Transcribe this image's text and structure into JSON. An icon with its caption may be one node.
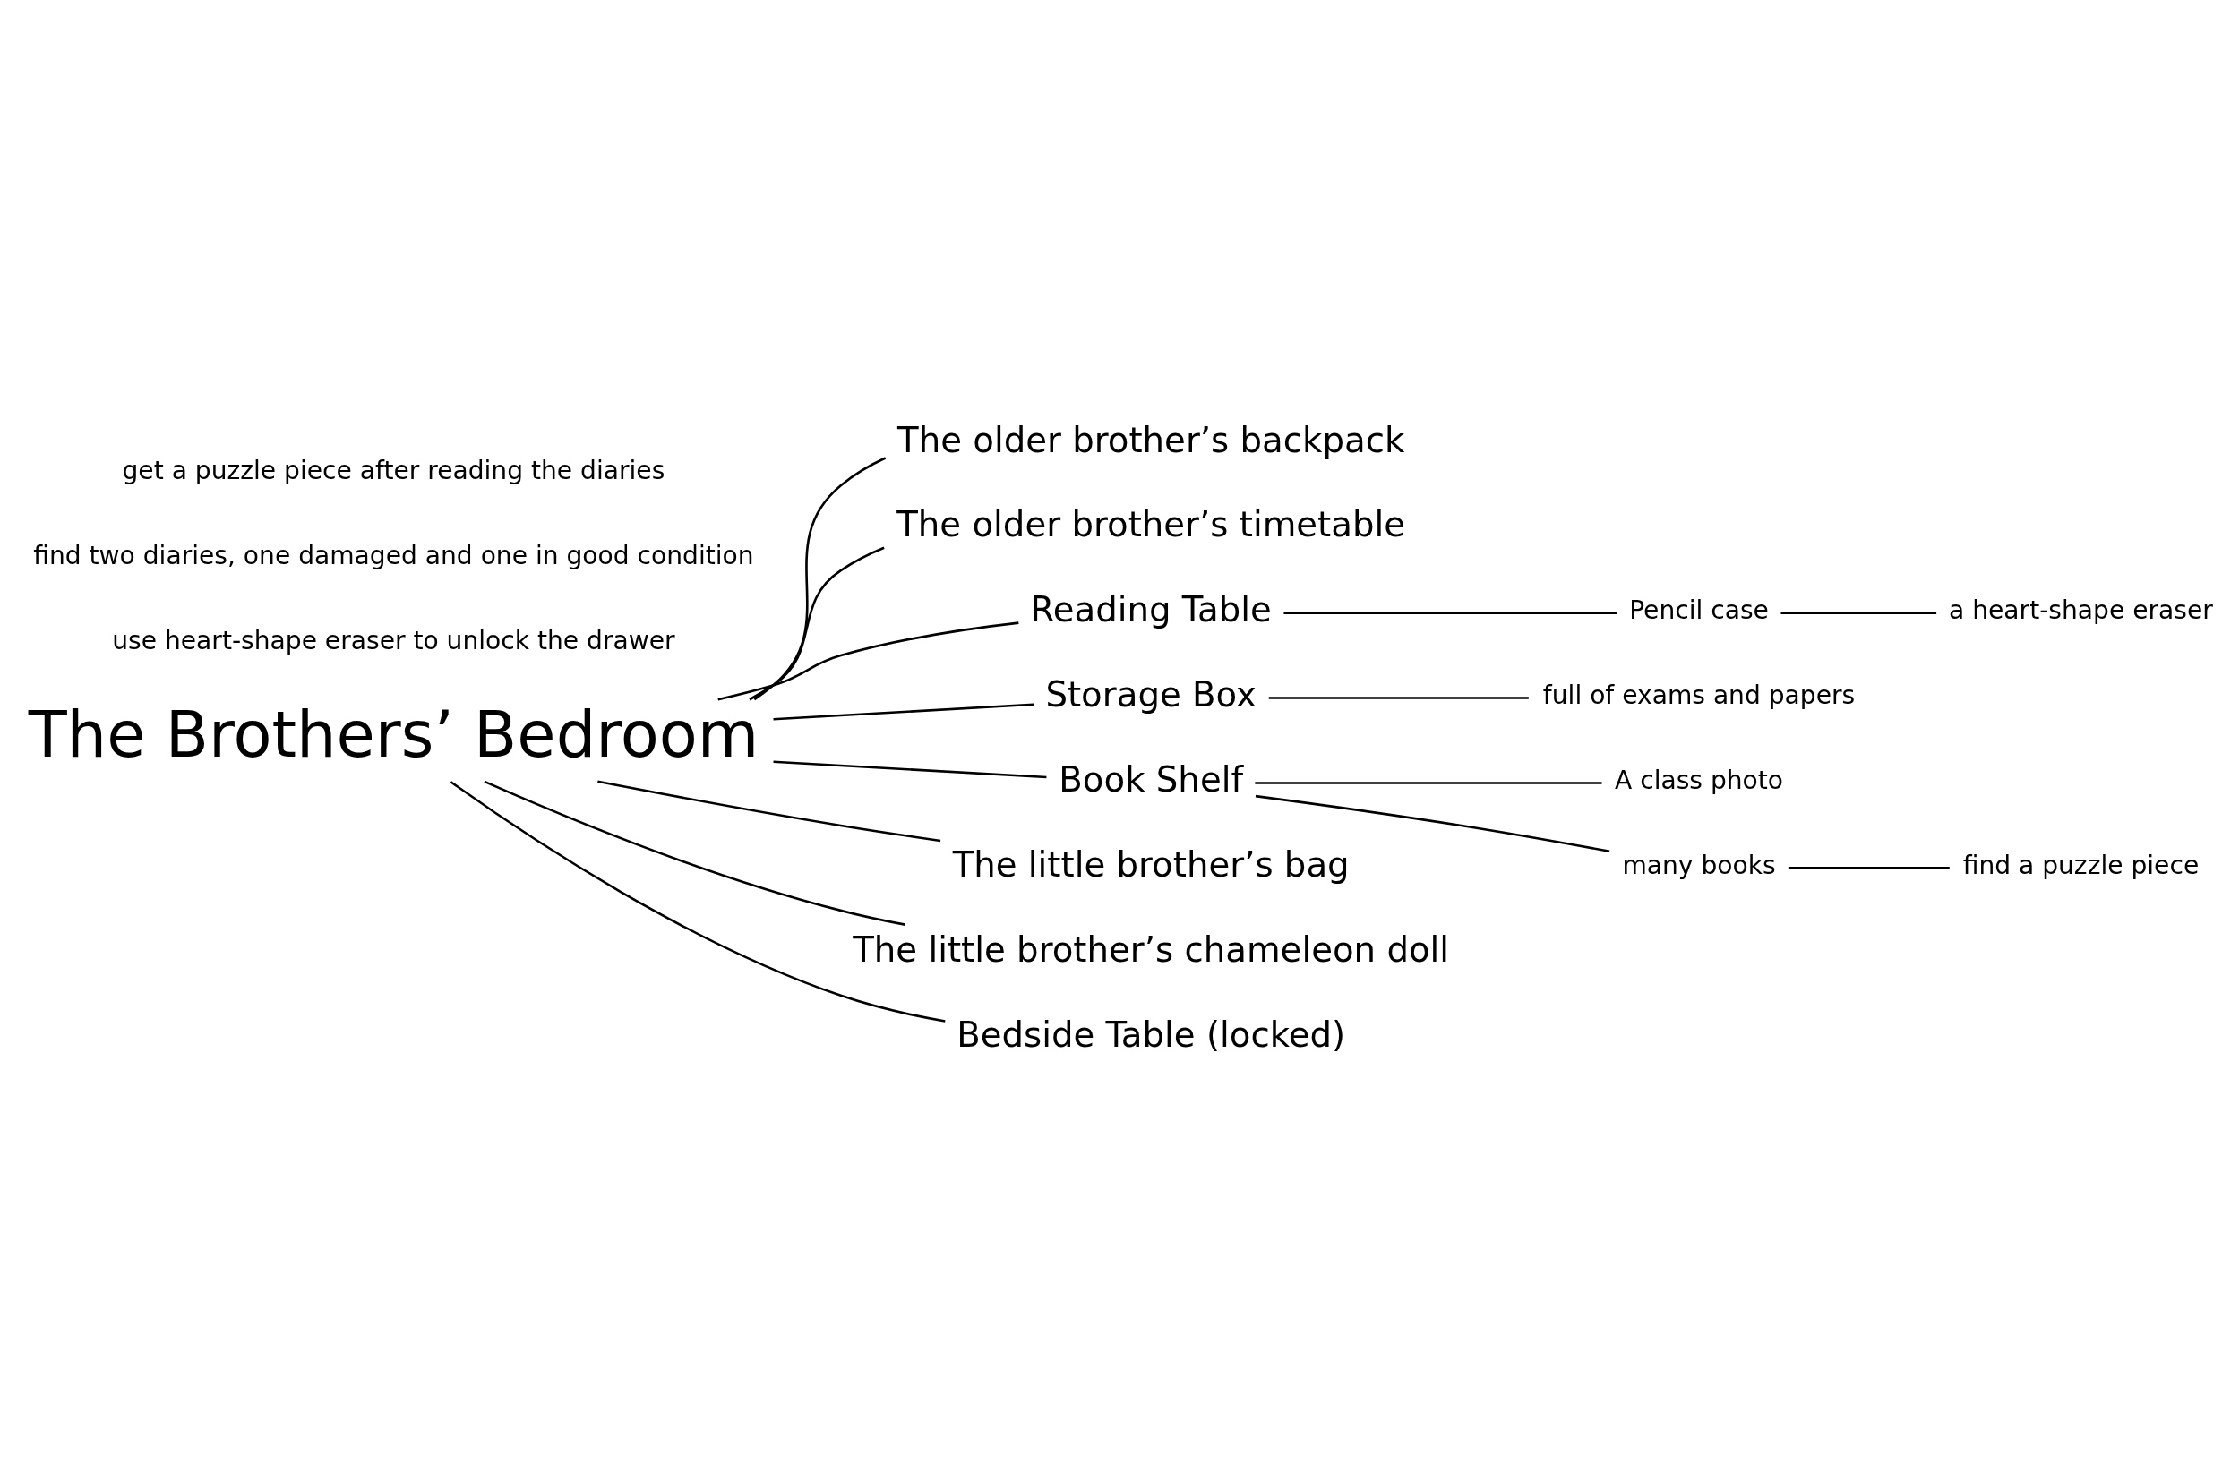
{
  "diagram": {
    "nodes": [
      {
        "text": [
          "The Brothers’ Bedroom"
        ]
      },
      {
        "text": [
          "The older brother’s backpack"
        ]
      },
      {
        "text": [
          "The older brother’s timetable"
        ]
      },
      {
        "text": [
          "Reading Table"
        ]
      },
      {
        "text": [
          "Pencil case"
        ]
      },
      {
        "text": [
          "a heart-shape eraser"
        ]
      },
      {
        "text": [
          "Storage Box"
        ]
      },
      {
        "text": [
          "full of exams and papers"
        ]
      },
      {
        "text": [
          "Book Shelf"
        ]
      },
      {
        "text": [
          "A class photo"
        ]
      },
      {
        "text": [
          "many books"
        ]
      },
      {
        "text": [
          "find a puzzle piece"
        ]
      },
      {
        "text": [
          "The little brother’s bag"
        ]
      },
      {
        "text": [
          "The little brother’s chameleon doll"
        ]
      },
      {
        "text": [
          "Bedside Table (locked)"
        ]
      }
    ],
    "edges": [
      {
        "from": 0,
        "to": 1,
        "arrow": "none"
      },
      {
        "from": 0,
        "to": 2,
        "arrow": "none"
      },
      {
        "from": 0,
        "to": 3,
        "arrow": "none"
      },
      {
        "from": 3,
        "to": 4,
        "arrow": "none"
      },
      {
        "from": 4,
        "to": 5,
        "arrow": "none"
      },
      {
        "from": 0,
        "to": 6,
        "arrow": "none"
      },
      {
        "from": 6,
        "to": 7,
        "arrow": "none"
      },
      {
        "from": 0,
        "to": 8,
        "arrow": "none"
      },
      {
        "from": 8,
        "to": 9,
        "arrow": "none"
      },
      {
        "from": 8,
        "to": 10,
        "arrow": "none"
      },
      {
        "from": 10,
        "to": 11,
        "arrow": "none"
      },
      {
        "from": 0,
        "to": 12,
        "arrow": "none"
      },
      {
        "from": 0,
        "to": 13,
        "arrow": "none"
      },
      {
        "from": 0,
        "to": 14,
        "arrow": "none"
      }
    ],
    "labels": [
      "use heart-shape eraser to unlock the drawer",
      "find two diaries, one damaged and one in good condition",
      "get a puzzle piece after reading the diaries"
    ]
  }
}
